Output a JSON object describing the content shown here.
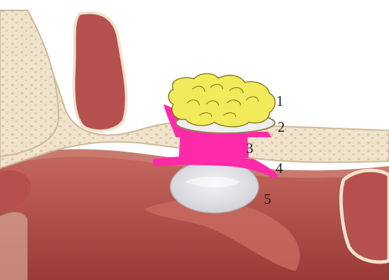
{
  "labels": [
    {
      "id": "label-1",
      "text": "1"
    },
    {
      "id": "label-2",
      "text": "2"
    },
    {
      "id": "label-3",
      "text": "3"
    },
    {
      "id": "label-4",
      "text": "4"
    },
    {
      "id": "label-5",
      "text": "5"
    }
  ],
  "colors": {
    "background": "#ffffff",
    "bone": "#efe3cc",
    "bone_pores": "#d8c6a7",
    "sinus_cavity": "#b5504e",
    "mucosa": "#c97a6e",
    "nasal_cavity": "#a9443f",
    "fat_graft": "#f1ea5a",
    "fascia": "#ff2aa8",
    "flap": "#e4e4e8"
  }
}
